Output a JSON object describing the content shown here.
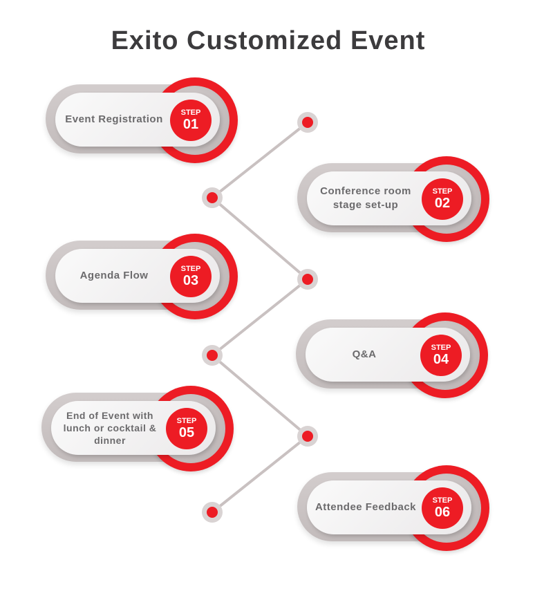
{
  "title": "Exito Customized Event",
  "colors": {
    "accent": "#ed1c24",
    "gray": "#c9c3c3",
    "text": "#6b6a6c"
  },
  "steps": [
    {
      "step_label": "STEP",
      "number": "01",
      "label": "Event Registration"
    },
    {
      "step_label": "STEP",
      "number": "02",
      "label": "Conference room stage set-up"
    },
    {
      "step_label": "STEP",
      "number": "03",
      "label": "Agenda Flow"
    },
    {
      "step_label": "STEP",
      "number": "04",
      "label": "Q&A"
    },
    {
      "step_label": "STEP",
      "number": "05",
      "label": "End of Event with lunch or cocktail  & dinner"
    },
    {
      "step_label": "STEP",
      "number": "06",
      "label": "Attendee Feedback"
    }
  ]
}
